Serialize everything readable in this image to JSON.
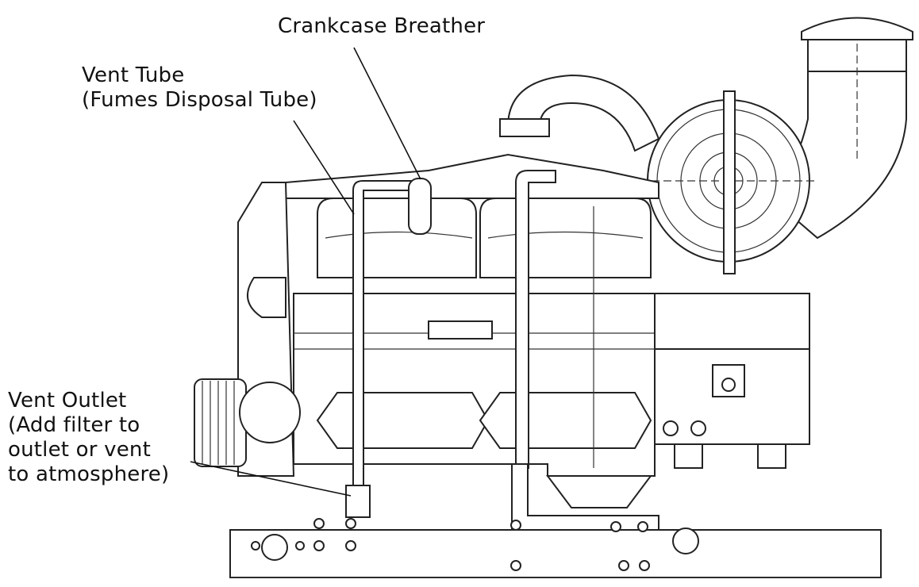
{
  "labels": {
    "crankcase_breather": "Crankcase Breather",
    "vent_tube": [
      "Vent Tube",
      "(Fumes Disposal Tube)"
    ],
    "vent_outlet": [
      "Vent Outlet",
      "(Add filter to",
      "outlet or vent",
      "to atmosphere)"
    ]
  }
}
